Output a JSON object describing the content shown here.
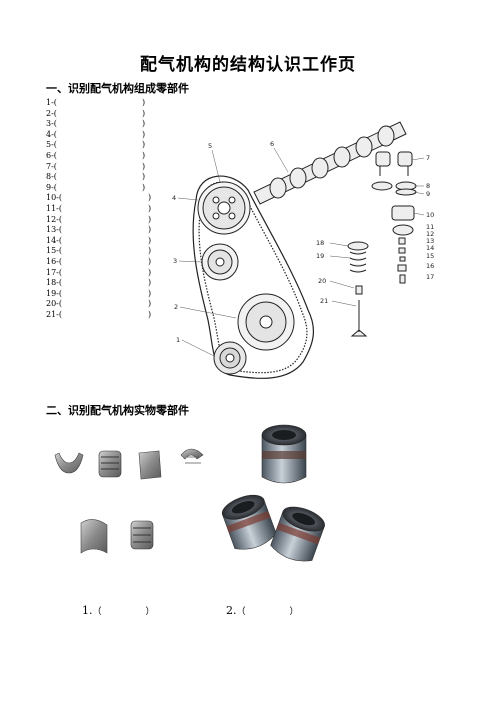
{
  "page": {
    "title": "配气机构的结构认识工作页",
    "section1": "一、识别配气机构组成零部件",
    "section2": "二、识别配气机构实物零部件"
  },
  "parts_list": {
    "rows": [
      {
        "num": "1-(",
        "close": ")"
      },
      {
        "num": "2-(",
        "close": ")"
      },
      {
        "num": "3-(",
        "close": ")"
      },
      {
        "num": "4-(",
        "close": ")"
      },
      {
        "num": "5-(",
        "close": ")"
      },
      {
        "num": "6-(",
        "close": ")"
      },
      {
        "num": "7-(",
        "close": ")"
      },
      {
        "num": "8-(",
        "close": ")"
      },
      {
        "num": "9-(",
        "close": ")"
      },
      {
        "num": "10-(",
        "close": ")"
      },
      {
        "num": "11-(",
        "close": ")"
      },
      {
        "num": "12-(",
        "close": ")"
      },
      {
        "num": "13-(",
        "close": ")"
      },
      {
        "num": "14-(",
        "close": ")"
      },
      {
        "num": "15-(",
        "close": ")"
      },
      {
        "num": "16-(",
        "close": ")"
      },
      {
        "num": "17-(",
        "close": ")"
      },
      {
        "num": "18-(",
        "close": ")"
      },
      {
        "num": "19-(",
        "close": ")"
      },
      {
        "num": "20-(",
        "close": ")"
      },
      {
        "num": "21-(",
        "close": ")"
      }
    ]
  },
  "diagram_labels": [
    "1",
    "2",
    "3",
    "4",
    "5",
    "6",
    "7",
    "8",
    "9",
    "10",
    "11",
    "12",
    "13",
    "14",
    "15",
    "16",
    "17",
    "18",
    "19",
    "20",
    "21"
  ],
  "answers": {
    "q1_num": "1.",
    "q1_open": "（",
    "q1_close": "）",
    "q2_num": "2.",
    "q2_open": "（",
    "q2_close": "）"
  },
  "icons": {
    "diagram": "valve-train-exploded-diagram",
    "photo1": "valve-keepers-photo",
    "photo2": "valve-stem-seals-photo"
  }
}
